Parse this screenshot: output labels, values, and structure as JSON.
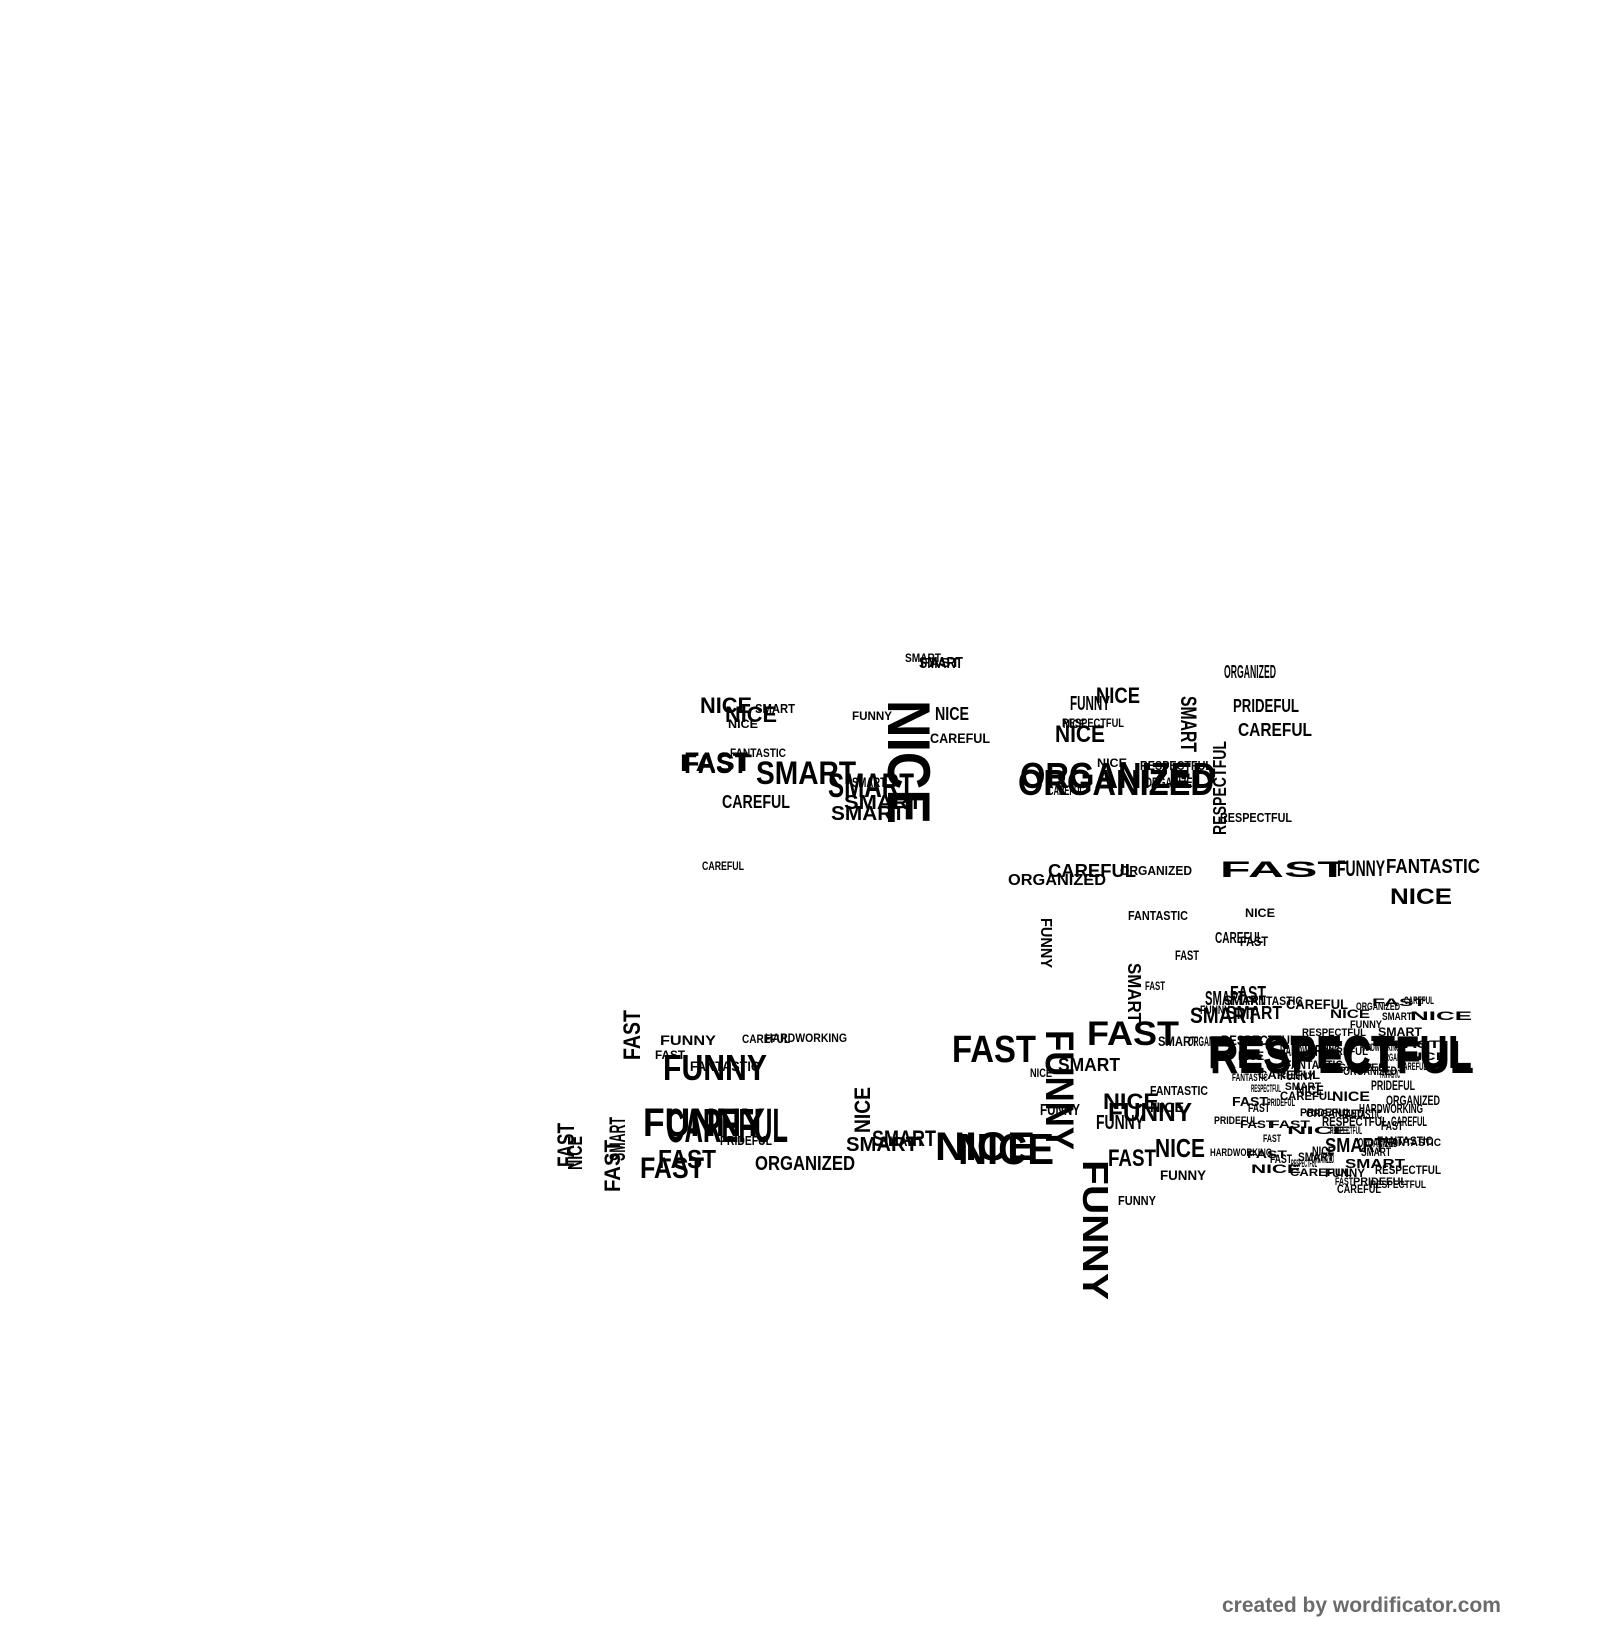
{
  "credit": "created by wordificator.com",
  "colors": {
    "ink": "#000000",
    "background": "#ffffff",
    "credit": "#6b6b6b"
  },
  "words": [
    "RESPECTFUL",
    "FUNNY",
    "CAREFUL",
    "FAST",
    "NICE",
    "SMART",
    "ORGANIZED",
    "PRIDEFUL",
    "HARDWORKING",
    "FANTASTIC",
    "NICE",
    "SMART",
    "FAST",
    "ORGANIZED",
    "NICE",
    "SMART",
    "SMART",
    "NICE",
    "FAST",
    "SMART",
    "NICE",
    "FAST",
    "CAREFUL",
    "CAREFUL",
    "RESPECTFUL",
    "FUNNY",
    "FANTASTIC",
    "ORGANIZED",
    "CAREFUL",
    "FUNNY",
    "FANTASTIC",
    "CAREFUL",
    "NICE",
    "SMART",
    "RESPECTFUL",
    "FANTASTIC",
    "FUNNY",
    "SMART",
    "SMART",
    "CAREFUL",
    "FAST",
    "RESPECTFUL",
    "NICE",
    "FUNNY",
    "FUNNY",
    "FAST",
    "NICE",
    "FUNNY",
    "FAST",
    "FAST",
    "FAST",
    "FUNNY",
    "SMART",
    "ORGANIZED",
    "FAST",
    "NICE",
    "FUNNY",
    "NICE",
    "FAST",
    "SMART",
    "ORGANIZED",
    "NICE",
    "NICE",
    "FANTASTIC",
    "RESPECTFUL",
    "CAREFUL",
    "SMART",
    "CAREFUL",
    "SMART",
    "HARDWORKING",
    "RESPECTFUL",
    "NICE",
    "SMART",
    "FAST",
    "ORGANIZED",
    "SMART",
    "FANTASTIC",
    "ORGANIZED",
    "NICE",
    "FANTASTIC",
    "CAREFUL",
    "PRIDEFUL",
    "HARDWORKING",
    "ORGANIZED",
    "RESPECTFUL",
    "RESPECTFUL",
    "CAREFUL",
    "PRIDEFUL",
    "FUNNY",
    "FAST",
    "ORGANIZED",
    "FANTASTIC",
    "CAREFUL",
    "PRIDEFUL",
    "FAST",
    "RESPECTFUL",
    "NICE",
    "CAREFUL",
    "FANTASTIC",
    "CAREFUL",
    "SMART",
    "FAST",
    "FAST",
    "NICE",
    "FAST",
    "RESPECTFUL",
    "FAST",
    "PRIDEFUL",
    "HARDWORKING",
    "ORGANIZED",
    "CAREFUL",
    "FANTASTIC",
    "CAREFUL",
    "NICE",
    "FUNNY",
    "RESPECTFUL",
    "SMART",
    "ORGANIZED",
    "PRIDEFUL",
    "RESPECTFUL",
    "FANTASTIC",
    "NICE",
    "FUNNY",
    "SMART",
    "FAST",
    "FAST",
    "NICE",
    "CAREFUL",
    "HARDWORKING",
    "ORGANIZED",
    "NICE",
    "SMART",
    "ORGANIZED",
    "RESPECTFUL",
    "SMART",
    "NICE",
    "RESPECTFUL",
    "CAREFUL",
    "FANTASTIC",
    "NICE",
    "FUNNY",
    "CAREFUL",
    "HARDWORKING",
    "PRIDEFUL",
    "SMART"
  ]
}
